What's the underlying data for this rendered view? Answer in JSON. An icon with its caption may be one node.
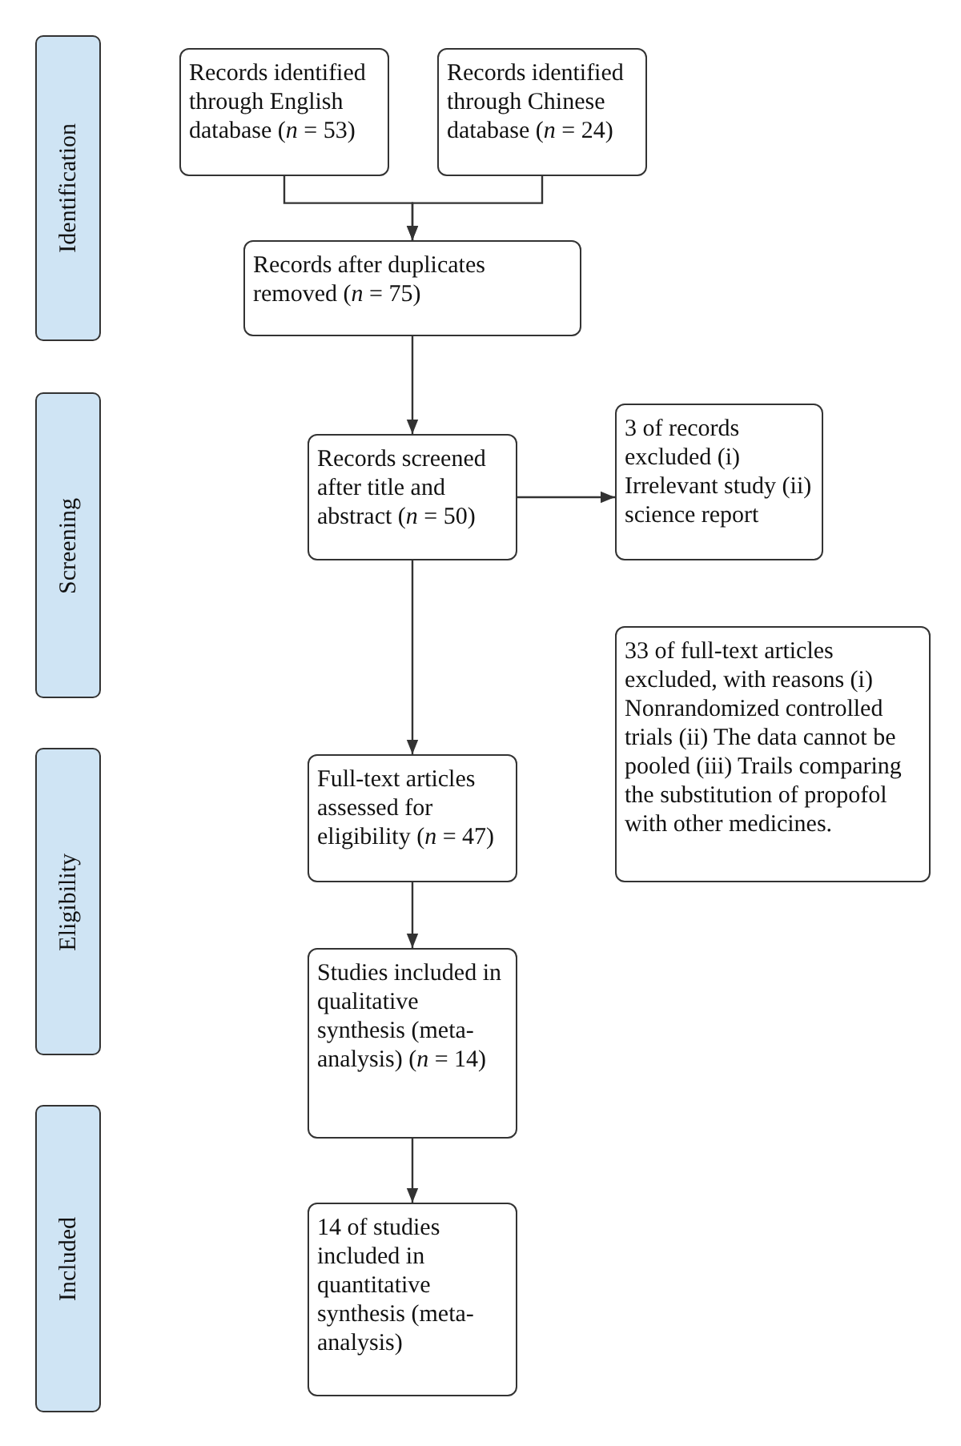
{
  "diagram": {
    "nodes": [
      {
        "text": [
          "Records identified through English database (*n* = 53)"
        ]
      },
      {
        "text": [
          "Records identified through Chinese database (*n* = 24)"
        ]
      },
      {
        "text": [
          "Records after duplicates removed (*n* = 75)"
        ]
      },
      {
        "text": [
          "Records screened after title and abstract (*n* = 50)"
        ]
      },
      {
        "text": [
          "3 of records excluded (i) Irrelevant study (ii) science report"
        ]
      },
      {
        "text": [
          "33 of full-text articles excluded, with reasons (i) Nonrandomized controlled trials (ii) The data cannot be pooled (iii) Trails comparing the substitution of propofol with other medicines."
        ]
      },
      {
        "text": [
          "Full-text articles assessed for eligibility (*n* = 47)"
        ]
      },
      {
        "text": [
          "Studies included in qualitative synthesis (meta-analysis) (*n* = 14)"
        ]
      },
      {
        "text": [
          "14 of studies included in quantitative synthesis (meta-analysis)"
        ]
      },
      {
        "text": [
          "Identification"
        ]
      },
      {
        "text": [
          "Screening"
        ]
      },
      {
        "text": [
          "Eligibility"
        ]
      },
      {
        "text": [
          "Included"
        ]
      }
    ],
    "edges": [
      {
        "from": 0,
        "to": 2,
        "arrow": "to"
      },
      {
        "from": 1,
        "to": 2,
        "arrow": "to"
      },
      {
        "from": 2,
        "to": 3,
        "arrow": "to"
      },
      {
        "from": 3,
        "to": 4,
        "arrow": "to"
      },
      {
        "from": 3,
        "to": 6,
        "arrow": "to"
      },
      {
        "from": 6,
        "to": 7,
        "arrow": "to"
      },
      {
        "from": 7,
        "to": 8,
        "arrow": "to"
      }
    ]
  }
}
